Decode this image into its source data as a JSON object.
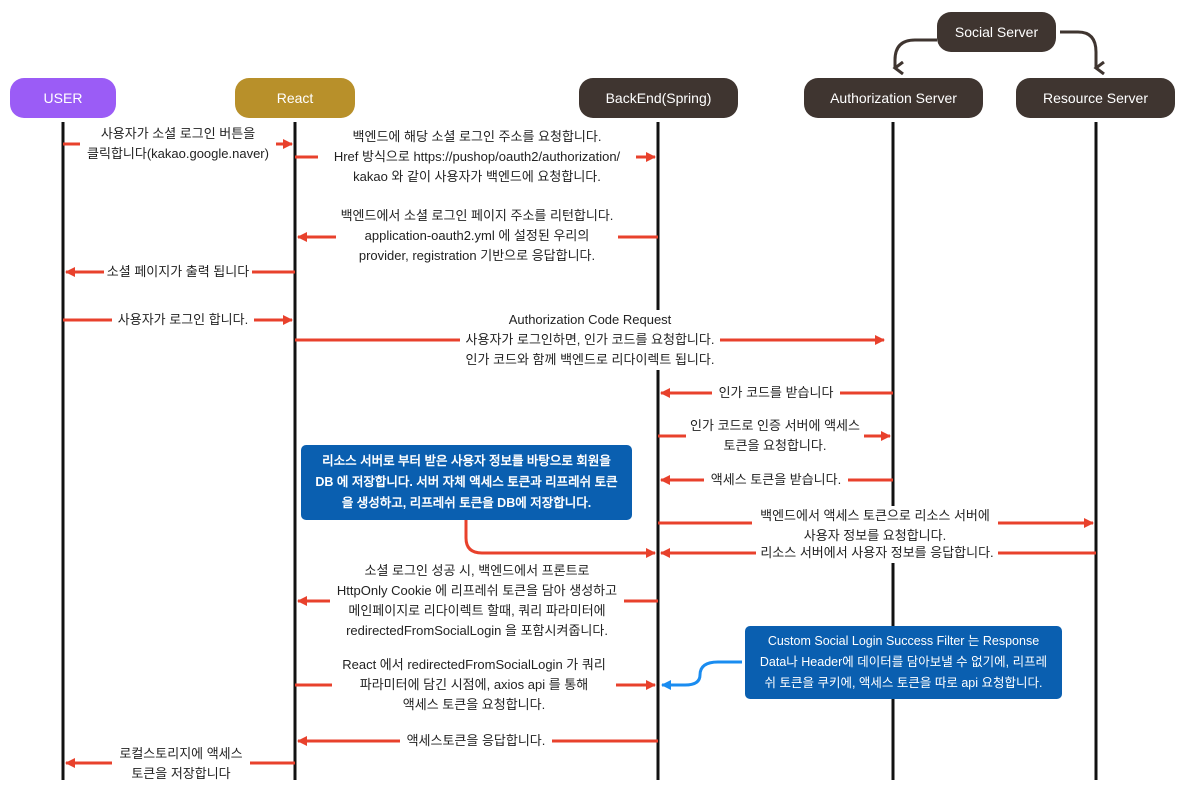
{
  "actors": {
    "user": "USER",
    "react": "React",
    "backend": "BackEnd(Spring)",
    "auth": "Authorization Server",
    "resource": "Resource Server",
    "social": "Social Server"
  },
  "messages": [
    {
      "id": "m1",
      "text": "사용자가 소셜 로그인 버튼을\n클릭합니다(kakao.google.naver)"
    },
    {
      "id": "m2",
      "text": "백엔드에 해당 소셜 로그인 주소를 요청합니다.\nHref 방식으로 https://pushop/oauth2/authorization/\nkakao 와 같이 사용자가 백엔드에 요청합니다."
    },
    {
      "id": "m3",
      "text": "백엔드에서 소셜 로그인 페이지 주소를 리턴합니다.\napplication-oauth2.yml 에 설정된 우리의\nprovider, registration 기반으로 응답합니다."
    },
    {
      "id": "m4",
      "text": "소셜 페이지가 출력 됩니다"
    },
    {
      "id": "m5",
      "text": "사용자가 로그인 합니다."
    },
    {
      "id": "m6",
      "text": "Authorization Code Request\n사용자가 로그인하면, 인가 코드를 요청합니다.\n인가 코드와 함께 백엔드로 리다이렉트 됩니다."
    },
    {
      "id": "m7",
      "text": "인가 코드를 받습니다"
    },
    {
      "id": "m8",
      "text": "인가 코드로 인증 서버에 액세스\n토큰을 요청합니다."
    },
    {
      "id": "m9",
      "text": "액세스 토큰을 받습니다."
    },
    {
      "id": "m10",
      "text": "백엔드에서 액세스 토큰으로 리소스 서버에\n사용자 정보를 요청합니다."
    },
    {
      "id": "m11",
      "text": "리소스 서버에서 사용자 정보를 응답합니다."
    },
    {
      "id": "m12",
      "text": "소셜 로그인 성공 시, 백엔드에서 프론트로\nHttpOnly Cookie 에 리프레쉬 토큰을 담아 생성하고\n메인페이지로 리다이렉트 할때, 쿼리 파라미터에\nredirectedFromSocialLogin 을 포함시켜줍니다."
    },
    {
      "id": "m13",
      "text": "React 에서 redirectedFromSocialLogin 가 쿼리\n파라미터에 담긴 시점에, axios api 를 통해\n액세스 토큰을 요청합니다."
    },
    {
      "id": "m14",
      "text": "액세스토큰을 응답합니다."
    },
    {
      "id": "m15",
      "text": "로컬스토리지에 액세스\n토큰을 저장합니다"
    }
  ],
  "notes": {
    "db_note": "리소스 서버로 부터 받은 사용자 정보를 바탕으로 회원을\nDB 에 저장합니다. 서버 자체 액세스 토큰과 리프레쉬 토큰\n을 생성하고, 리프레쉬 토큰을 DB에 저장합니다.",
    "filter_note": "Custom Social Login Success Filter 는 Response\nData나 Header에 데이터를 담아보낼 수 없기에, 리프레\n쉬 토큰을 쿠키에, 액세스 토큰을 따로 api 요청합니다."
  },
  "colors": {
    "arrow": "#e8412c",
    "blue_arrow": "#1a8cf0",
    "note_bg": "#0a5fb0",
    "user_pill": "#9b5cf6",
    "react_pill": "#b8902a",
    "dark_pill": "#3f3530"
  }
}
